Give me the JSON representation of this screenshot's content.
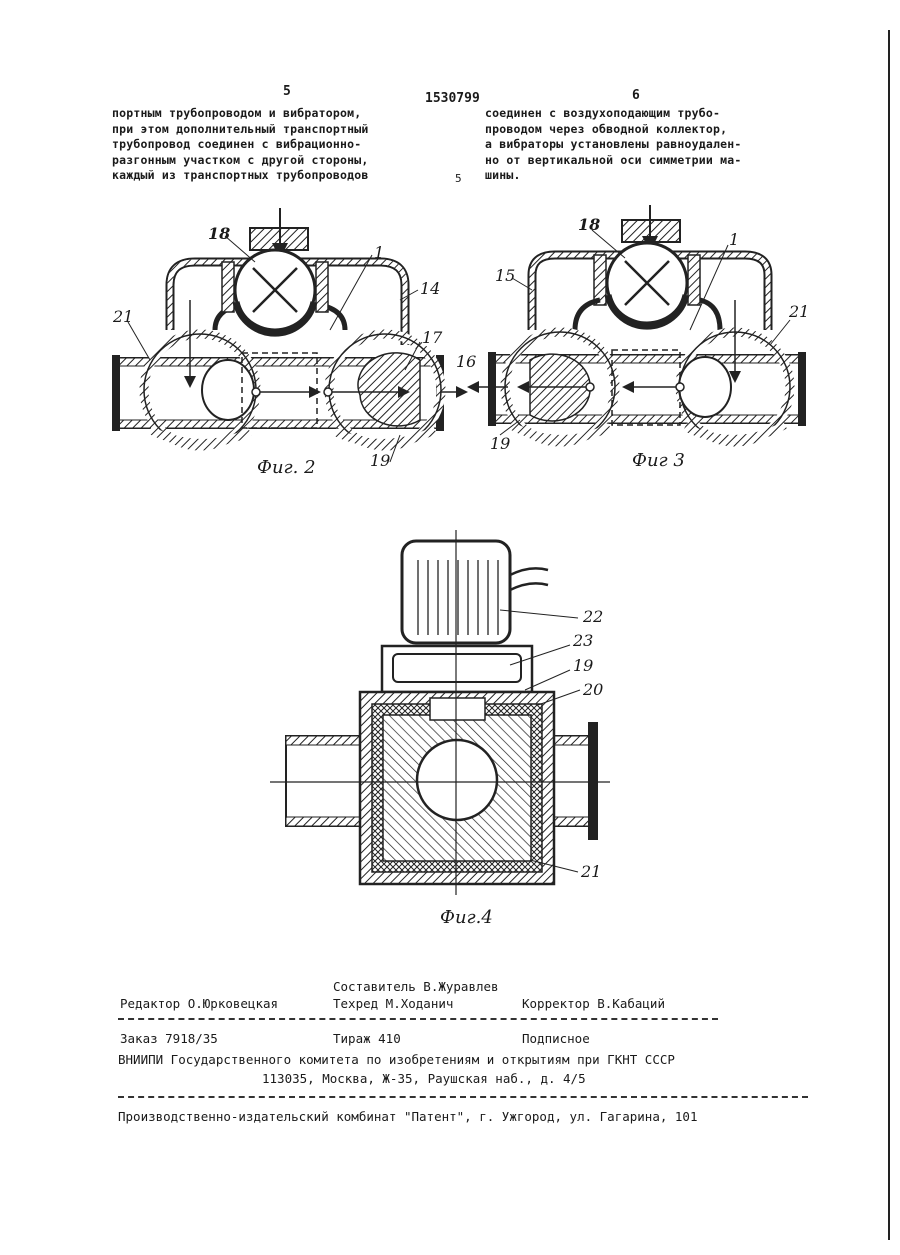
{
  "header": {
    "page_left": "5",
    "page_right": "6",
    "patent_number": "1530799",
    "line_marker": "5"
  },
  "text_left": [
    "портным трубопроводом и вибратором,",
    "при этом дополнительный транспортный",
    "трубопровод соединен с вибрационно-",
    "разгонным участком с другой стороны,",
    "каждый из транспортных трубопроводов"
  ],
  "text_right": [
    "соединен с воздухоподающим трубо-",
    "проводом через обводной коллектор,",
    "а вибраторы установлены равноудален-",
    "но от вертикальной оси симметрии ма-",
    "шины."
  ],
  "figures": {
    "fig2": {
      "caption": "Фиг. 2",
      "labels": {
        "l18": "18",
        "l1": "1",
        "l14": "14",
        "l21": "21",
        "l17": "17",
        "l19": "19"
      }
    },
    "fig3": {
      "caption": "Фиг 3",
      "labels": {
        "l18": "18",
        "l1": "1",
        "l15": "15",
        "l21": "21",
        "l16": "16",
        "l19": "19"
      }
    },
    "fig4": {
      "caption": "Фиг.4",
      "labels": {
        "l22": "22",
        "l23": "23",
        "l19": "19",
        "l20": "20",
        "l21": "21"
      }
    }
  },
  "footer": {
    "compiler": "Составитель В.Журавлев",
    "editor": "Редактор О.Юрковецкая",
    "techred": "Техред М.Ходанич",
    "corrector": "Корректор В.Кабаций",
    "order": "Заказ 7918/35",
    "circulation": "Тираж 410",
    "subscription": "Подписное",
    "org_line1": "ВНИИПИ Государственного комитета по изобретениям и открытиям при ГКНТ СССР",
    "org_line2": "113035, Москва, Ж-35, Раушская наб., д. 4/5",
    "printer": "Производственно-издательский комбинат \"Патент\", г. Ужгород, ул. Гагарина, 101"
  }
}
